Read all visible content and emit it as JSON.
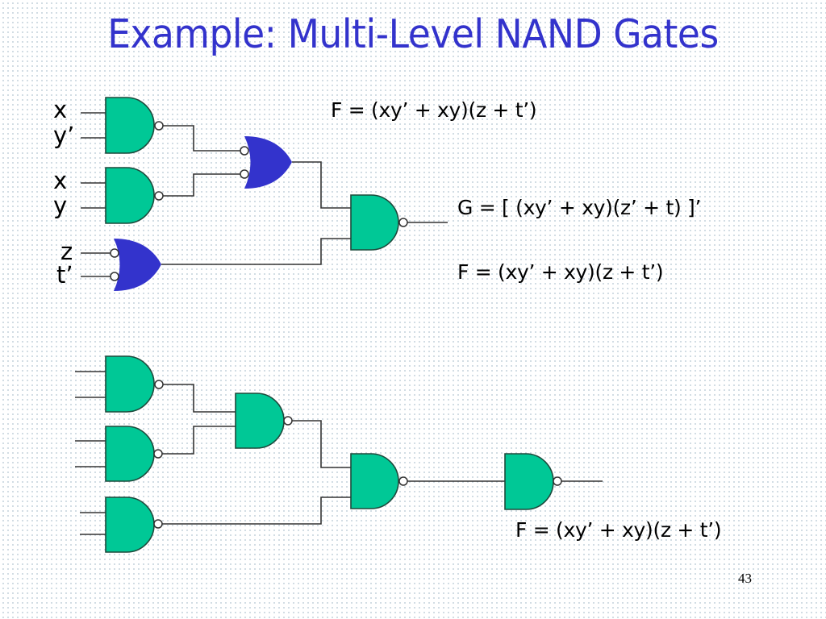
{
  "slide": {
    "title": "Example: Multi-Level NAND Gates",
    "page_number": "43",
    "colors": {
      "title": "#3333cc",
      "nand_gate": "#00c896",
      "or_gate": "#3333cc",
      "wire": "#333333"
    }
  },
  "top_circuit": {
    "input_labels": [
      "x",
      "y’",
      "x",
      "y",
      "z",
      "t’"
    ],
    "equation_top": "F = (xy’ + xy)(z + t’)",
    "equation_g": "G = [ (xy’ + xy)(z’ + t) ]’",
    "equation_f": "F = (xy’ + xy)(z + t’)",
    "gates": [
      "nand-xy-prime",
      "nand-xy",
      "or-negated-inputs-1",
      "or-negated-inputs-zt",
      "nand-output-g"
    ]
  },
  "bottom_circuit": {
    "equation_f": "F = (xy’ + xy)(z + t’)",
    "gates": [
      "nand-1",
      "nand-2",
      "nand-3",
      "nand-level-2",
      "nand-level-3",
      "nand-inverter"
    ]
  }
}
